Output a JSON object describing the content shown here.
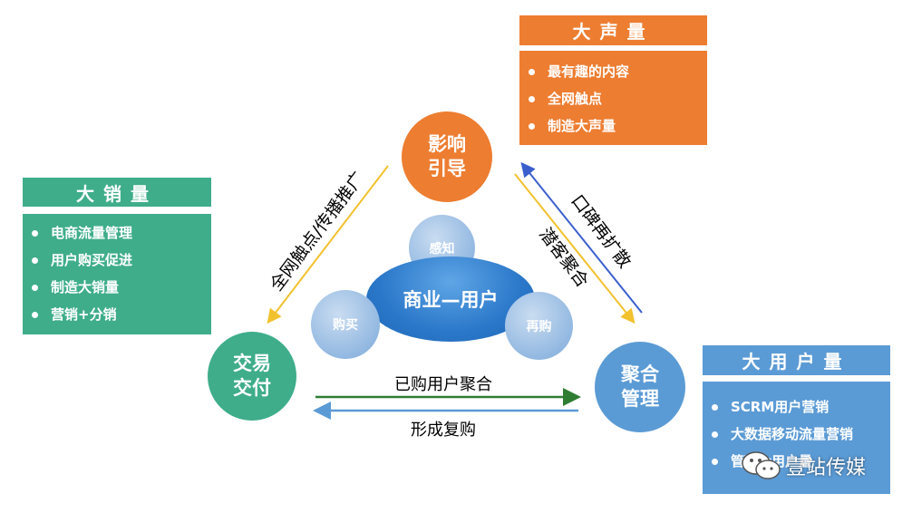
{
  "boxes": {
    "orange": {
      "title": "大声量",
      "items": [
        "最有趣的内容",
        "全网触点",
        "制造大声量"
      ],
      "color": "#ed7d31"
    },
    "green": {
      "title": "大销量",
      "items": [
        "电商流量管理",
        "用户购买促进",
        "制造大销量",
        "营销+分销"
      ],
      "color": "#3fad8a"
    },
    "blue": {
      "title": "大用户量",
      "items": [
        "SCRM用户营销",
        "大数据移动流量营销",
        "管理大用户量"
      ],
      "color": "#5b9bd5"
    }
  },
  "nodes": {
    "influence": {
      "line1": "影响",
      "line2": "引导"
    },
    "trade": {
      "line1": "交易",
      "line2": "交付"
    },
    "aggregate": {
      "line1": "聚合",
      "line2": "管理"
    }
  },
  "center": {
    "core": "商业—用户",
    "perceive": "感知",
    "buy": "购买",
    "rebuy": "再购"
  },
  "flows": {
    "left_edge": "全网触点/传播推广",
    "right_outer": "口碑再扩散",
    "right_inner": "潜客聚合",
    "bottom_top": "已购用户聚合",
    "bottom_bottom": "形成复购"
  },
  "arrow_colors": {
    "yellow": "#f2c12e",
    "green": "#2e7d32",
    "blue": "#5b9bd5",
    "dark_blue": "#3a5fcd"
  },
  "watermark": {
    "text": "壹站传媒",
    "icon": "wechat-icon"
  }
}
